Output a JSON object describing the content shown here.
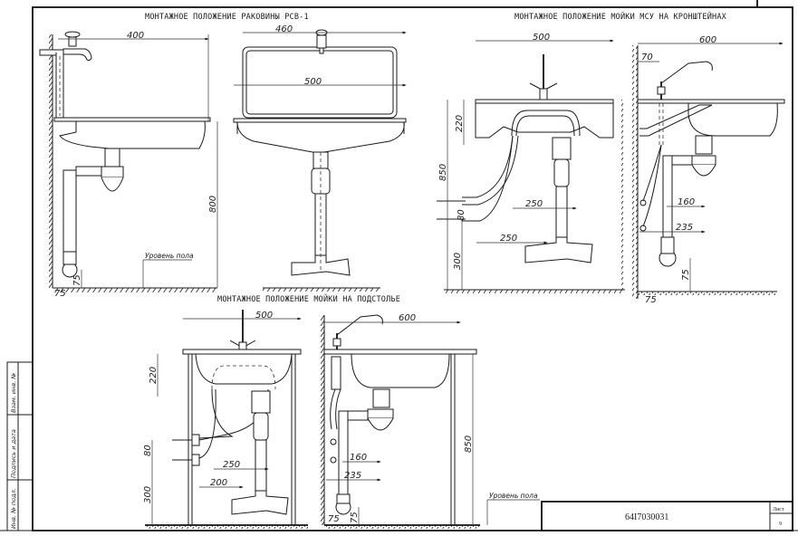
{
  "sheet": {
    "document_code": "64I7030031",
    "sheet_label": "Лист",
    "sheet_number": "9",
    "side_stamp": [
      "Инв. № подл.",
      "Подпись и дата",
      "Взам. инв. №"
    ]
  },
  "sections": {
    "washbasin": {
      "title": "МОНТАЖНОЕ ПОЛОЖЕНИЕ РАКОВИНЫ РСВ-1",
      "side_view": {
        "dims": {
          "width": "400",
          "height": "800",
          "drain_height": "75",
          "wall_offset": "75"
        },
        "floor_label": "Уровень пола"
      },
      "front_view": {
        "dims": {
          "bracket_width": "460",
          "bowl_width": "500"
        }
      }
    },
    "sink_brackets": {
      "title": "МОНТАЖНОЕ ПОЛОЖЕНИЕ МОЙКИ МСУ НА КРОНШТЕЙНАХ",
      "front_view": {
        "dims": {
          "width": "500",
          "depth": "220",
          "height": "850",
          "pipe_spacing": "80",
          "inlet_height": "300",
          "inlet_offset_1": "250",
          "inlet_offset_2": "250"
        }
      },
      "side_view": {
        "dims": {
          "width": "600",
          "tap_offset": "70",
          "offset_1": "160",
          "offset_2": "235",
          "drain_height": "75",
          "wall_offset": "75"
        }
      }
    },
    "sink_cabinet": {
      "title": "МОНТАЖНОЕ ПОЛОЖЕНИЕ МОЙКИ НА ПОДСТОЛЬЕ",
      "front_view": {
        "dims": {
          "width": "500",
          "depth": "220",
          "pipe_spacing": "80",
          "inlet_height": "300",
          "offset_1": "250",
          "offset_2": "200"
        }
      },
      "side_view": {
        "dims": {
          "width": "600",
          "height": "850",
          "offset_1": "160",
          "offset_2": "235",
          "drain_height": "75",
          "wall_offset": "75"
        },
        "floor_label": "Уровень пола"
      }
    }
  }
}
